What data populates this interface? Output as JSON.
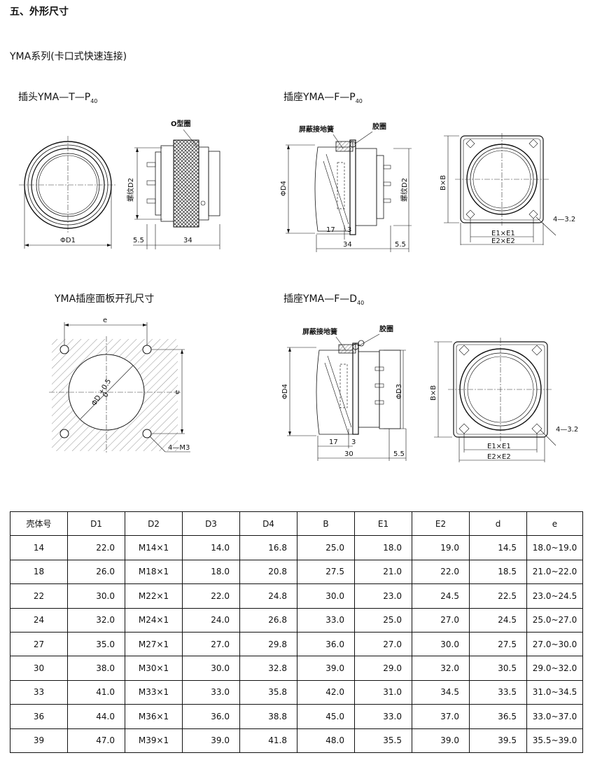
{
  "section_title": "五、外形尺寸",
  "series_title": "YMA系列(卡口式快速连接)",
  "figures": {
    "plug": {
      "caption": "插头YMA—T—P",
      "caption_sub": "40",
      "labels": {
        "o_ring": "O型圈",
        "thread": "螺纹D2",
        "d1": "ΦD1",
        "dim_a": "5.5",
        "dim_b": "34"
      }
    },
    "socket_p": {
      "caption": "插座YMA—F—P",
      "caption_sub": "40",
      "labels": {
        "shield": "屏蔽接地簧",
        "gasket": "胶圈",
        "d4": "ΦD4",
        "thread": "螺纹D2",
        "dim_17": "17",
        "dim_3": "3",
        "dim_34": "34",
        "dim_55": "5.5",
        "bxb": "B×B",
        "hole": "4—3.2",
        "e1": "E1×E1",
        "e2": "E2×E2"
      }
    },
    "panel": {
      "caption": "YMA插座面板开孔尺寸",
      "labels": {
        "e_top": "e",
        "e_side": "e",
        "d_hole": "ΦD +0.5",
        "d_tol": "0",
        "m3": "4—M3"
      }
    },
    "socket_d": {
      "caption": "插座YMA—F—D",
      "caption_sub": "40",
      "labels": {
        "shield": "屏蔽接地簧",
        "gasket": "胶圈",
        "d4": "ΦD4",
        "d3": "ΦD3",
        "dim_17": "17",
        "dim_3": "3",
        "dim_30": "30",
        "dim_55": "5.5",
        "bxb": "B×B",
        "hole": "4—3.2",
        "e1": "E1×E1",
        "e2": "E2×E2"
      }
    }
  },
  "table": {
    "headers": [
      "壳体号",
      "D1",
      "D2",
      "D3",
      "D4",
      "B",
      "E1",
      "E2",
      "d",
      "e"
    ],
    "rows": [
      [
        "14",
        "22.0",
        "M14×1",
        "14.0",
        "16.8",
        "25.0",
        "18.0",
        "19.0",
        "14.5",
        "18.0~19.0"
      ],
      [
        "18",
        "26.0",
        "M18×1",
        "18.0",
        "20.8",
        "27.5",
        "21.0",
        "22.0",
        "18.5",
        "21.0~22.0"
      ],
      [
        "22",
        "30.0",
        "M22×1",
        "22.0",
        "24.8",
        "30.0",
        "23.0",
        "24.5",
        "22.5",
        "23.0~24.5"
      ],
      [
        "24",
        "32.0",
        "M24×1",
        "24.0",
        "26.8",
        "33.0",
        "25.0",
        "27.0",
        "24.5",
        "25.0~27.0"
      ],
      [
        "27",
        "35.0",
        "M27×1",
        "27.0",
        "29.8",
        "36.0",
        "27.0",
        "30.0",
        "27.5",
        "27.0~30.0"
      ],
      [
        "30",
        "38.0",
        "M30×1",
        "30.0",
        "32.8",
        "39.0",
        "29.0",
        "32.0",
        "30.5",
        "29.0~32.0"
      ],
      [
        "33",
        "41.0",
        "M33×1",
        "33.0",
        "35.8",
        "42.0",
        "31.0",
        "34.5",
        "33.5",
        "31.0~34.5"
      ],
      [
        "36",
        "44.0",
        "M36×1",
        "36.0",
        "38.8",
        "45.0",
        "33.0",
        "37.0",
        "36.5",
        "33.0~37.0"
      ],
      [
        "39",
        "47.0",
        "M39×1",
        "39.0",
        "41.8",
        "48.0",
        "35.5",
        "39.0",
        "39.5",
        "35.5~39.0"
      ]
    ]
  }
}
